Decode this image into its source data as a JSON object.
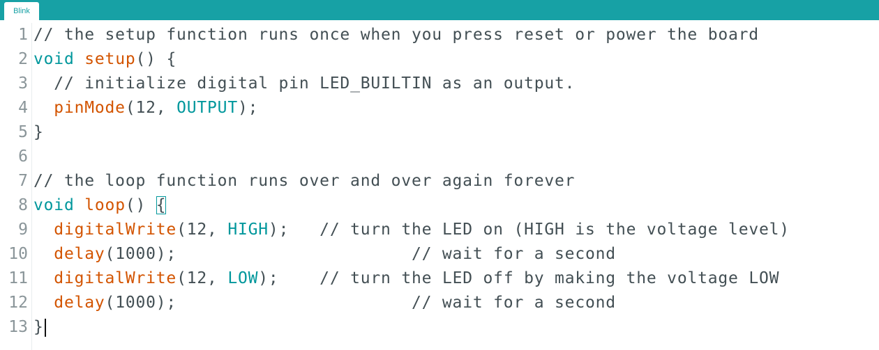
{
  "tabs": [
    {
      "label": "Blink",
      "active": true
    }
  ],
  "colors": {
    "tabbar": "#17a1a5",
    "comment": "#434f54",
    "keyword_type": "#00979c",
    "function": "#d35400",
    "constant": "#00979c",
    "plain": "#434f54",
    "line_number": "#8a9599"
  },
  "editor": {
    "lines": [
      {
        "num": "1",
        "tokens": [
          {
            "t": "comment",
            "s": "// the setup function runs once when you press reset or power the board"
          }
        ]
      },
      {
        "num": "2",
        "tokens": [
          {
            "t": "type",
            "s": "void"
          },
          {
            "t": "plain",
            "s": " "
          },
          {
            "t": "func",
            "s": "setup"
          },
          {
            "t": "plain",
            "s": "() {"
          }
        ]
      },
      {
        "num": "3",
        "tokens": [
          {
            "t": "plain",
            "s": "  "
          },
          {
            "t": "comment",
            "s": "// initialize digital pin LED_BUILTIN as an output."
          }
        ]
      },
      {
        "num": "4",
        "tokens": [
          {
            "t": "plain",
            "s": "  "
          },
          {
            "t": "func",
            "s": "pinMode"
          },
          {
            "t": "plain",
            "s": "(12, "
          },
          {
            "t": "const",
            "s": "OUTPUT"
          },
          {
            "t": "plain",
            "s": ");"
          }
        ]
      },
      {
        "num": "5",
        "tokens": [
          {
            "t": "plain",
            "s": "}"
          }
        ]
      },
      {
        "num": "6",
        "tokens": []
      },
      {
        "num": "7",
        "tokens": [
          {
            "t": "comment",
            "s": "// the loop function runs over and over again forever"
          }
        ]
      },
      {
        "num": "8",
        "tokens": [
          {
            "t": "type",
            "s": "void"
          },
          {
            "t": "plain",
            "s": " "
          },
          {
            "t": "func",
            "s": "loop"
          },
          {
            "t": "plain",
            "s": "() "
          },
          {
            "t": "brace",
            "s": "{"
          }
        ]
      },
      {
        "num": "9",
        "tokens": [
          {
            "t": "plain",
            "s": "  "
          },
          {
            "t": "func",
            "s": "digitalWrite"
          },
          {
            "t": "plain",
            "s": "(12, "
          },
          {
            "t": "const",
            "s": "HIGH"
          },
          {
            "t": "plain",
            "s": ");   "
          },
          {
            "t": "comment",
            "s": "// turn the LED on (HIGH is the voltage level)"
          }
        ]
      },
      {
        "num": "10",
        "tokens": [
          {
            "t": "plain",
            "s": "  "
          },
          {
            "t": "func",
            "s": "delay"
          },
          {
            "t": "plain",
            "s": "(1000);                       "
          },
          {
            "t": "comment",
            "s": "// wait for a second"
          }
        ]
      },
      {
        "num": "11",
        "tokens": [
          {
            "t": "plain",
            "s": "  "
          },
          {
            "t": "func",
            "s": "digitalWrite"
          },
          {
            "t": "plain",
            "s": "(12, "
          },
          {
            "t": "const",
            "s": "LOW"
          },
          {
            "t": "plain",
            "s": ");    "
          },
          {
            "t": "comment",
            "s": "// turn the LED off by making the voltage LOW"
          }
        ]
      },
      {
        "num": "12",
        "tokens": [
          {
            "t": "plain",
            "s": "  "
          },
          {
            "t": "func",
            "s": "delay"
          },
          {
            "t": "plain",
            "s": "(1000);                       "
          },
          {
            "t": "comment",
            "s": "// wait for a second"
          }
        ]
      },
      {
        "num": "13",
        "tokens": [
          {
            "t": "plain",
            "s": "}"
          },
          {
            "t": "cursor",
            "s": ""
          }
        ]
      }
    ]
  }
}
